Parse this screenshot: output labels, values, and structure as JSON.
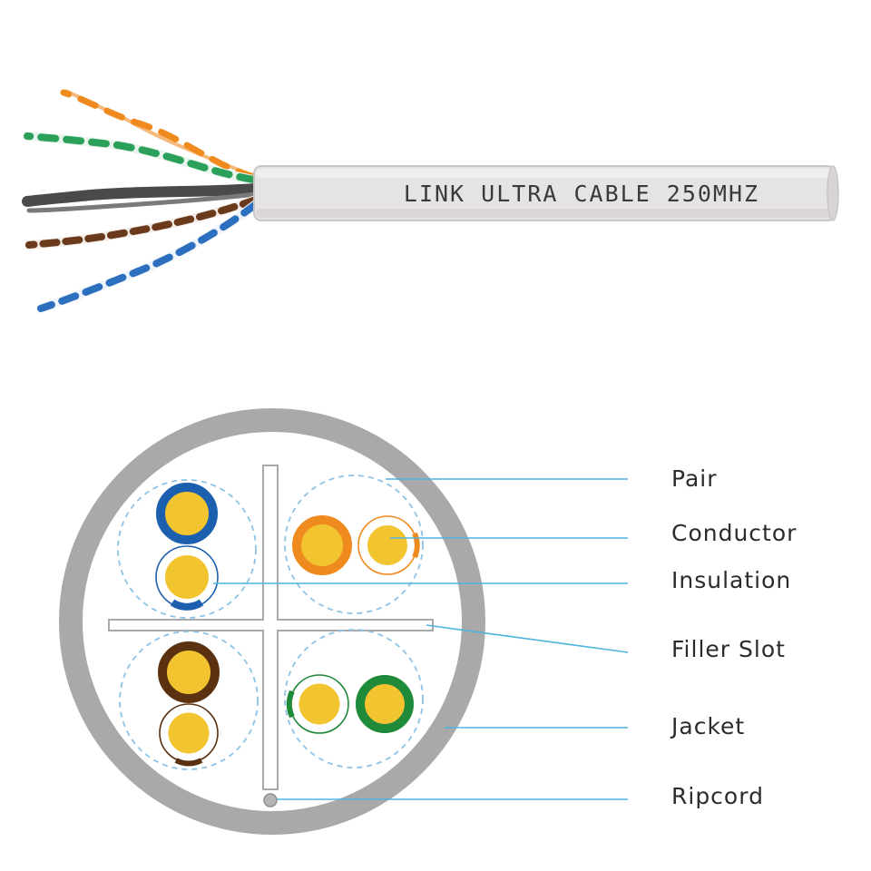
{
  "cable": {
    "print_text": "LINK ULTRA CABLE 250MHZ"
  },
  "callouts": [
    {
      "id": "pair",
      "label": "Pair"
    },
    {
      "id": "conductor",
      "label": "Conductor"
    },
    {
      "id": "insulation",
      "label": "Insulation"
    },
    {
      "id": "filler-slot",
      "label": "Filler Slot"
    },
    {
      "id": "jacket",
      "label": "Jacket"
    },
    {
      "id": "ripcord",
      "label": "Ripcord"
    }
  ],
  "colors": {
    "jacket": "#a9a9a9",
    "leader_line": "#4fb3e0",
    "conductor": "#f2c530",
    "blue": "#1c5fae",
    "orange": "#ef8a1f",
    "brown": "#5a3211",
    "green": "#1f8a3a",
    "pair_ring": "#8cc3e6"
  }
}
